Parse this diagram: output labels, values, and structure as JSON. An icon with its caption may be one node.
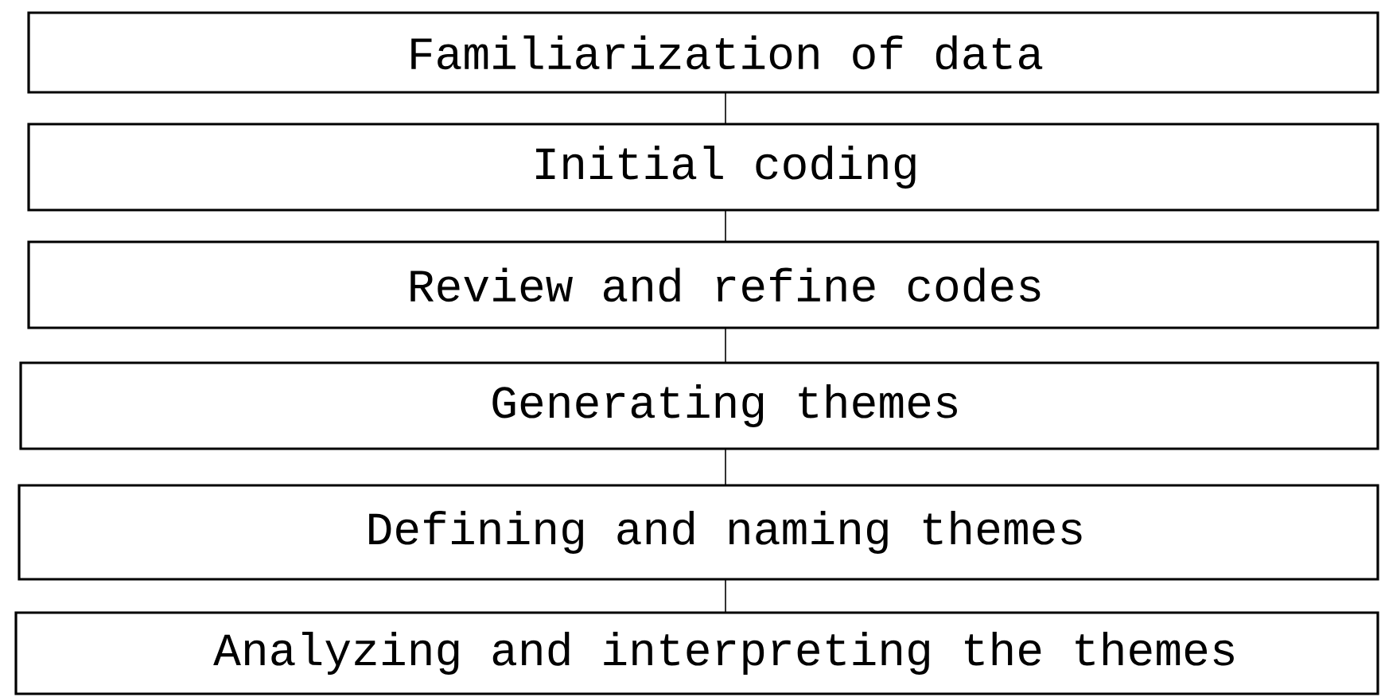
{
  "diagram": {
    "nodes": [
      {
        "text": [
          "Familiarization of data"
        ]
      },
      {
        "text": [
          "Initial coding"
        ]
      },
      {
        "text": [
          "Review and refine codes"
        ]
      },
      {
        "text": [
          "Generating themes"
        ]
      },
      {
        "text": [
          "Defining and naming themes"
        ]
      },
      {
        "text": [
          "Analyzing and interpreting the themes"
        ]
      }
    ],
    "edges": [
      {
        "from": 0,
        "to": 1,
        "arrow": "none"
      },
      {
        "from": 1,
        "to": 2,
        "arrow": "none"
      },
      {
        "from": 2,
        "to": 3,
        "arrow": "none"
      },
      {
        "from": 3,
        "to": 4,
        "arrow": "none"
      },
      {
        "from": 4,
        "to": 5,
        "arrow": "none"
      }
    ]
  }
}
